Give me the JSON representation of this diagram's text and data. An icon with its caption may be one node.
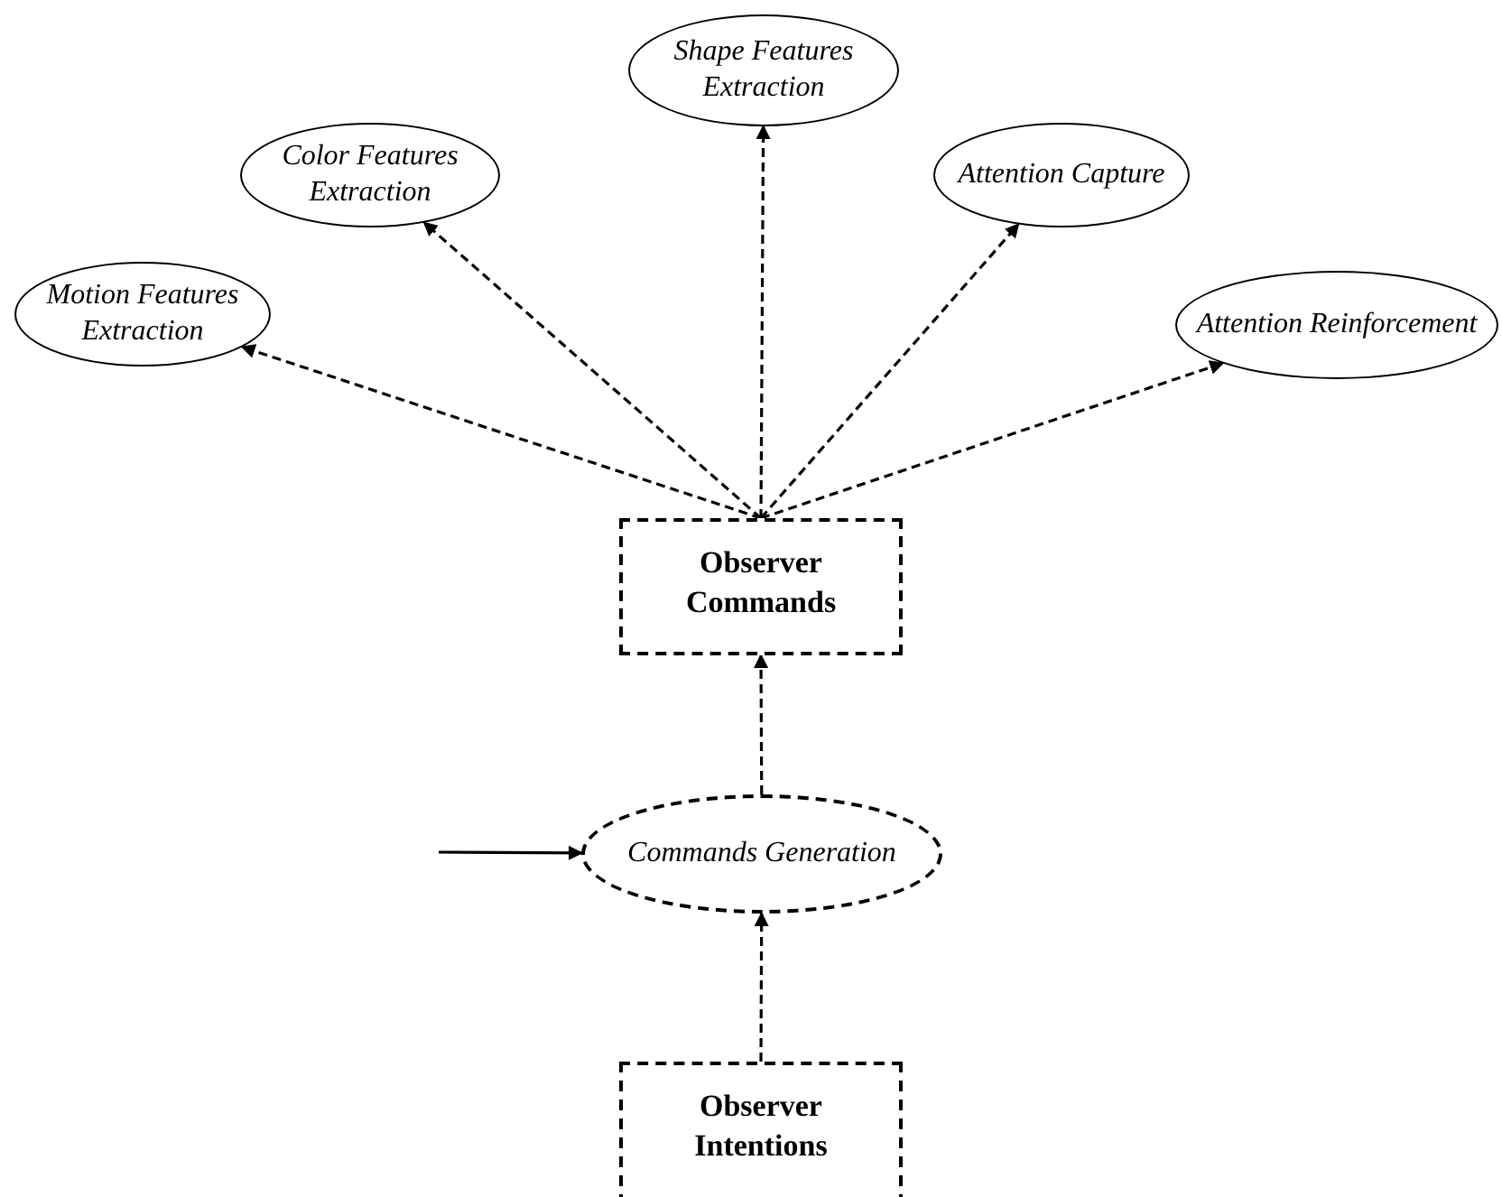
{
  "diagram": {
    "nodes": [
      {
        "text": [
          "Shape Features Extraction"
        ]
      },
      {
        "text": [
          "Color Features Extraction"
        ]
      },
      {
        "text": [
          "Attention Capture"
        ]
      },
      {
        "text": [
          "Motion Features Extraction"
        ]
      },
      {
        "text": [
          "Attention Reinforcement"
        ]
      },
      {
        "text": [
          "Observer Commands"
        ]
      },
      {
        "text": [
          "Commands Generation"
        ]
      },
      {
        "text": [
          "Observer Intentions"
        ]
      }
    ],
    "edges": [
      {
        "from": 5,
        "to": 0,
        "arrow": "to",
        "style": "dashed"
      },
      {
        "from": 5,
        "to": 1,
        "arrow": "to",
        "style": "dashed"
      },
      {
        "from": 5,
        "to": 2,
        "arrow": "to",
        "style": "dashed"
      },
      {
        "from": 5,
        "to": 3,
        "arrow": "to",
        "style": "dashed"
      },
      {
        "from": 5,
        "to": 4,
        "arrow": "to",
        "style": "dashed"
      },
      {
        "from": 6,
        "to": 5,
        "arrow": "to",
        "style": "dashed"
      },
      {
        "from": 7,
        "to": 6,
        "arrow": "to",
        "style": "dashed"
      },
      {
        "from": null,
        "to": 6,
        "arrow": "to"
      }
    ]
  }
}
